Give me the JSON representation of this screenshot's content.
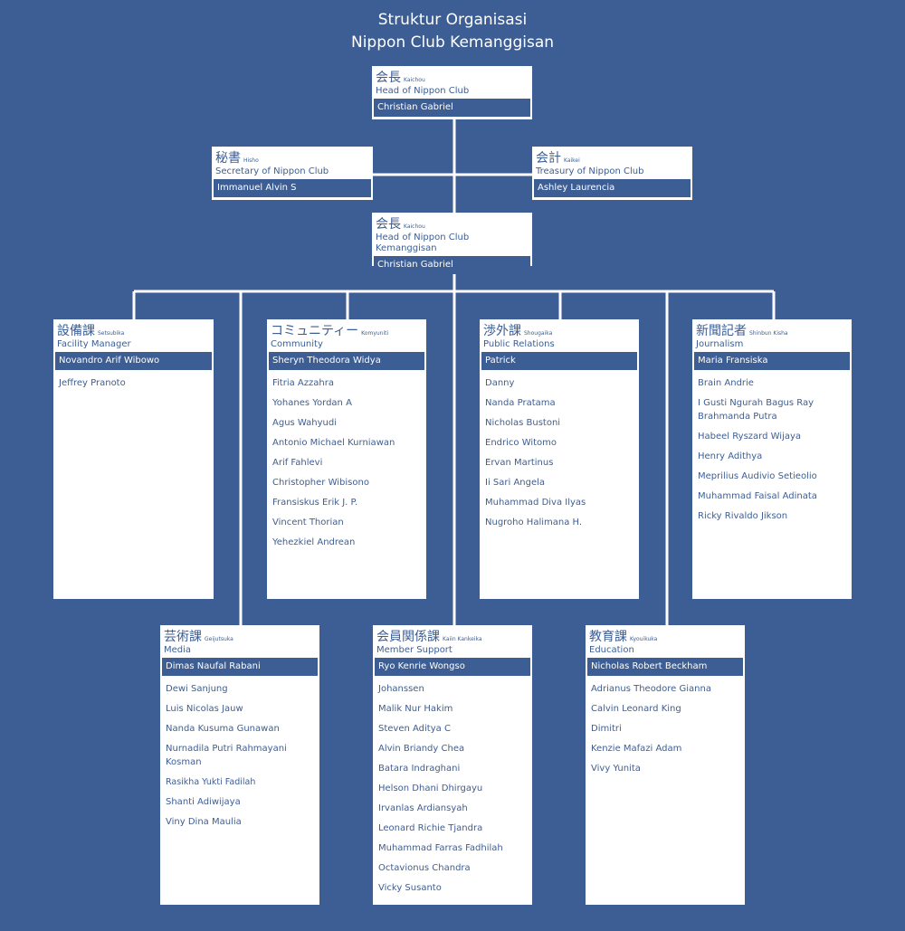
{
  "title": {
    "line1": "Struktur Organisasi",
    "line2": "Nippon Club Kemanggisan"
  },
  "head_club": {
    "jp": "会長",
    "romaji": "Kaichou",
    "role": "Head of Nippon Club",
    "leader": "Christian Gabriel"
  },
  "secretary": {
    "jp": "秘書",
    "romaji": "Hisho",
    "role": "Secretary of Nippon Club",
    "leader": "Immanuel Alvin S"
  },
  "treasury": {
    "jp": "会計",
    "romaji": "Kaikei",
    "role": "Treasury of Nippon Club",
    "leader": "Ashley Laurencia"
  },
  "head_branch": {
    "jp": "会長",
    "romaji": "Kaichou",
    "role": "Head of Nippon Club Kemanggisan",
    "leader": "Christian Gabriel"
  },
  "facility": {
    "jp": "設備課",
    "romaji": "Setsubika",
    "role": "Facility Manager",
    "leader": "Novandro Arif Wibowo",
    "members": [
      "Jeffrey Pranoto"
    ]
  },
  "community": {
    "jp": "コミュニティー",
    "romaji": "Komyuniti",
    "role": "Community",
    "leader": "Sheryn Theodora Widya",
    "members": [
      "Fitria Azzahra",
      "Yohanes Yordan A",
      "Agus Wahyudi",
      "Antonio Michael Kurniawan",
      "Arif Fahlevi",
      "Christopher Wibisono",
      "Fransiskus Erik J. P.",
      "Vincent Thorian",
      "Yehezkiel Andrean"
    ]
  },
  "public_relations": {
    "jp": "渉外課",
    "romaji": "Shougaika",
    "role": "Public Relations",
    "leader": "Patrick",
    "members": [
      "Danny",
      "Nanda Pratama",
      "Nicholas Bustoni",
      "Endrico Witomo",
      "Ervan Martinus",
      "Ii Sari Angela",
      "Muhammad Diva Ilyas",
      "Nugroho Halimana H."
    ]
  },
  "journalism": {
    "jp": "新聞記者",
    "romaji": "Shinbun Kisha",
    "role": "Journalism",
    "leader": "Maria Fransiska",
    "members": [
      "Brain Andrie",
      "I Gusti Ngurah Bagus Ray Brahmanda Putra",
      "Habeel Ryszard Wijaya",
      "Henry Adithya",
      "Meprilius Audivio Setieolio",
      "Muhammad Faisal Adinata",
      "Ricky Rivaldo Jikson"
    ]
  },
  "media": {
    "jp": "芸術課",
    "romaji": "Geijutsuka",
    "role": "Media",
    "leader": "Dimas Naufal Rabani",
    "members": [
      "Dewi Sanjung",
      "Luis Nicolas Jauw",
      "Nanda Kusuma Gunawan",
      "Nurnadila Putri Rahmayani Kosman",
      "Rasikha Yukti Fadilah",
      "Shanti Adiwijaya",
      "Viny Dina Maulia"
    ]
  },
  "member_support": {
    "jp": "会員関係課",
    "romaji": "Kaiin Kankeika",
    "role": "Member Support",
    "leader": "Ryo Kenrie Wongso",
    "members": [
      "Johanssen",
      "Malik Nur Hakim",
      "Steven Aditya C",
      "Alvin Briandy Chea",
      "Batara Indraghani",
      "Helson Dhani Dhirgayu",
      "Irvanlas Ardiansyah",
      "Leonard Richie Tjandra",
      "Muhammad Farras Fadhilah",
      "Octavionus Chandra",
      "Vicky Susanto"
    ]
  },
  "education": {
    "jp": "教育課",
    "romaji": "Kyouikuka",
    "role": "Education",
    "leader": "Nicholas Robert Beckham",
    "members": [
      "Adrianus Theodore Gianna",
      "Calvin Leonard King",
      "Dimitri",
      "Kenzie Mafazi Adam",
      "Vivy Yunita"
    ]
  }
}
